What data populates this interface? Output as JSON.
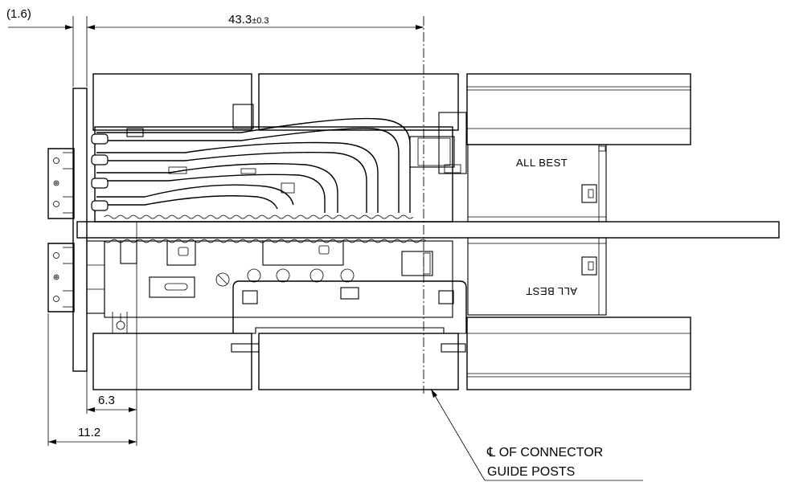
{
  "dimensions": {
    "pcb_thickness": "(1.6)",
    "overall_length": "43.3",
    "overall_tolerance": "±0.3",
    "offset_a": "6.3",
    "offset_b": "11.2"
  },
  "callout": {
    "line1": "℄ OF CONNECTOR",
    "line2": "GUIDE POSTS"
  },
  "markings": {
    "top_cage": "ALL BEST",
    "bottom_cage": "ALL BEST"
  }
}
